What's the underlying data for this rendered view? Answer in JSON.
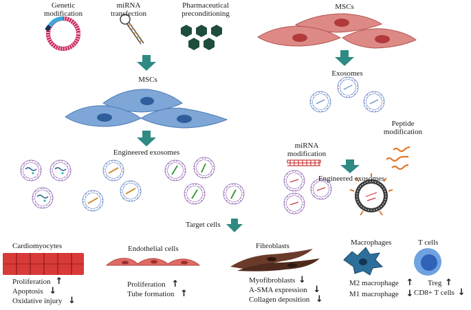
{
  "top_left": {
    "genetic": "Genetic\nmodification",
    "mirna": "miRNA\ntransfection",
    "pharma": "Pharmaceutical\npreconditioning",
    "mscs": "MSCs",
    "engineered": "Engineered exosomes",
    "target": "Target cells"
  },
  "top_right": {
    "mscs": "MSCs",
    "exosomes": "Exosomes",
    "mirna_mod": "miRNA\nmodification",
    "peptide_mod": "Peptide\nmodification",
    "engineered": "Engineered exosomes"
  },
  "targets": {
    "cardio": {
      "title": "Cardiomyocytes",
      "effects": [
        {
          "text": "Proliferation",
          "dir": "up"
        },
        {
          "text": "Apoptosis",
          "dir": "down"
        },
        {
          "text": "Oxidative injury",
          "dir": "down"
        }
      ]
    },
    "endo": {
      "title": "Endothelial cells",
      "effects": [
        {
          "text": "Proliferation",
          "dir": "up"
        },
        {
          "text": "Tube formation",
          "dir": "up"
        }
      ]
    },
    "fibro": {
      "title": "Fibroblasts",
      "effects": [
        {
          "text": "Myofibroblasts",
          "dir": "down"
        },
        {
          "text": "A-SMA expression",
          "dir": "down"
        },
        {
          "text": "Collagen deposition",
          "dir": "down"
        }
      ]
    },
    "macro": {
      "title": "Macrophages",
      "effects": [
        {
          "text": "M2 macrophage",
          "dir": "up"
        },
        {
          "text": "M1 macrophage",
          "dir": "down"
        }
      ]
    },
    "tcells": {
      "title": "T cells",
      "effects": [
        {
          "text": "Treg",
          "dir": "up"
        },
        {
          "text": "CD8+ T cells",
          "dir": "down"
        }
      ]
    }
  },
  "colors": {
    "arrow": "#2e8a83",
    "msc_blue": "#7ea7d8",
    "msc_red": "#dd8a86",
    "cardio": "#d83a38",
    "endo": "#e06a64",
    "fibro": "#6b3b2a",
    "macro": "#2d6f9a",
    "tcell": "#2f62b8"
  },
  "icons": {
    "arrow": "down-arrow-icon",
    "up": "↑",
    "down": "↓"
  }
}
